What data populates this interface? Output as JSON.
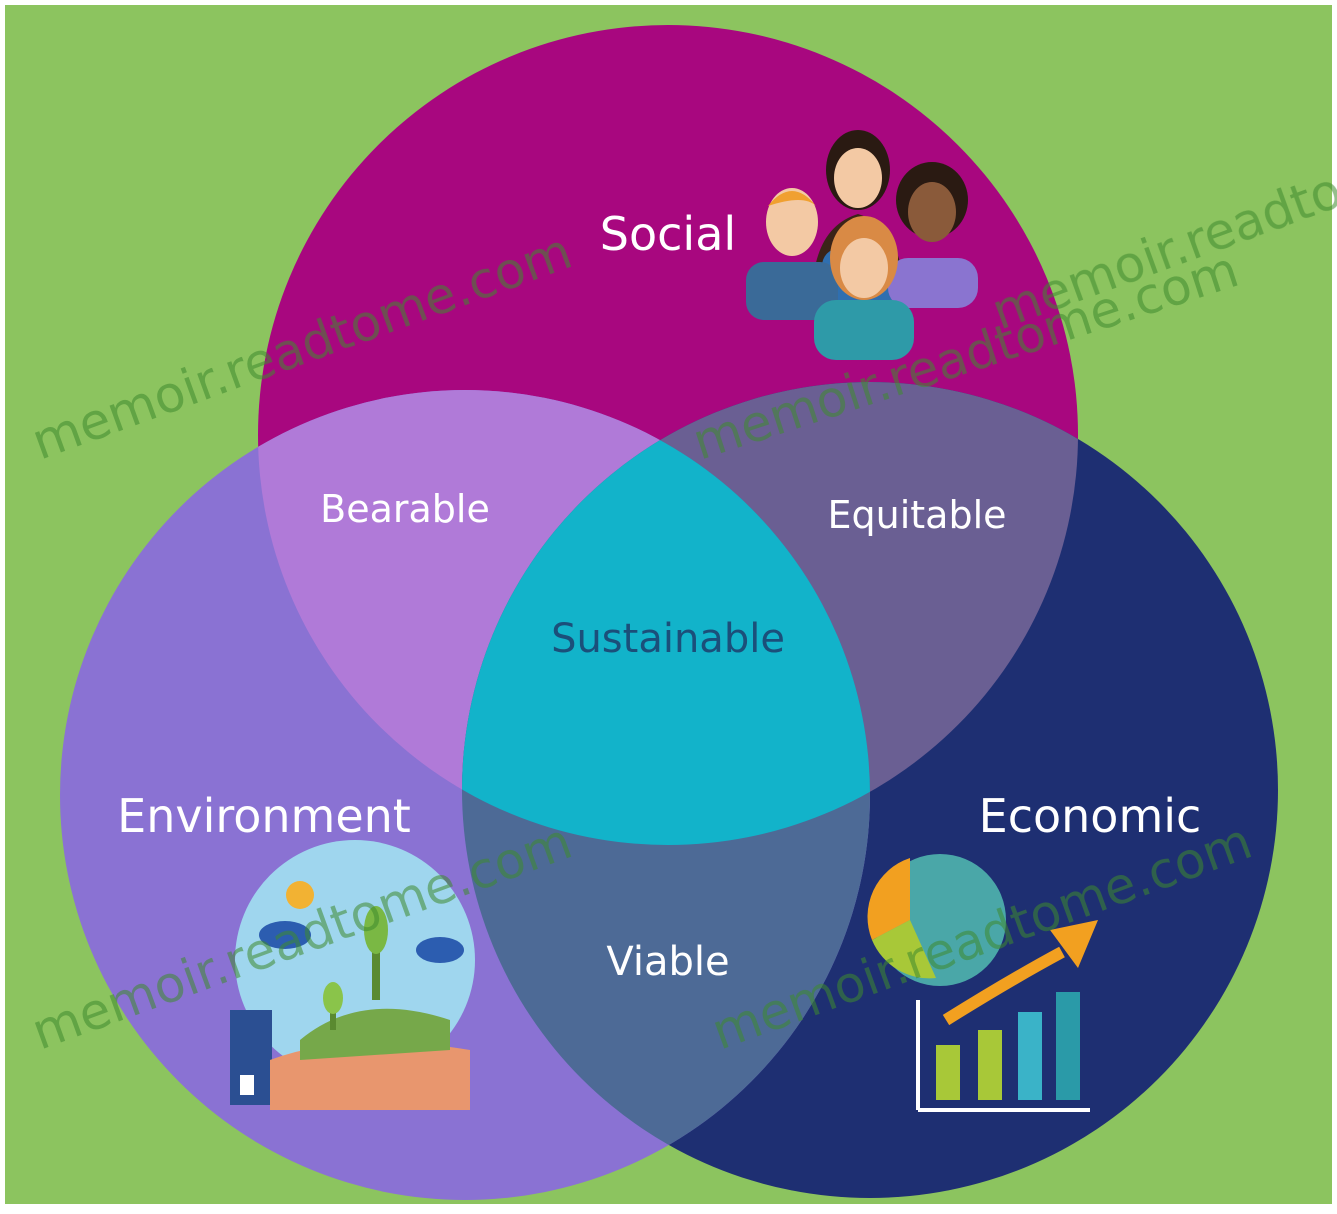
{
  "colors": {
    "background": "#8cc45f",
    "social": "#a8077f",
    "environment": "#8a72d3",
    "economic": "#1e2f72",
    "bearable": "#b07ad8",
    "equitable": "#6a5f93",
    "viable": "#4d6a96",
    "sustainable": "#12b3ca",
    "label_light": "#ffffff",
    "label_center": "#1b4f7a",
    "watermark": "#3f8a2f"
  },
  "circles": {
    "social": {
      "label": "Social",
      "icon": "people-group-icon"
    },
    "environment": {
      "label": "Environment",
      "icon": "nature-landscape-icon"
    },
    "economic": {
      "label": "Economic",
      "icon": "pie-chart-growth-icon"
    }
  },
  "intersections": {
    "bearable": "Bearable",
    "equitable": "Equitable",
    "viable": "Viable",
    "sustainable": "Sustainable"
  },
  "watermarks": [
    "memoir.readtome.com",
    "memoir.readtome.com",
    "memoir.readtome.com",
    "memoir.readtome.com",
    "memoir.readtome.com"
  ]
}
